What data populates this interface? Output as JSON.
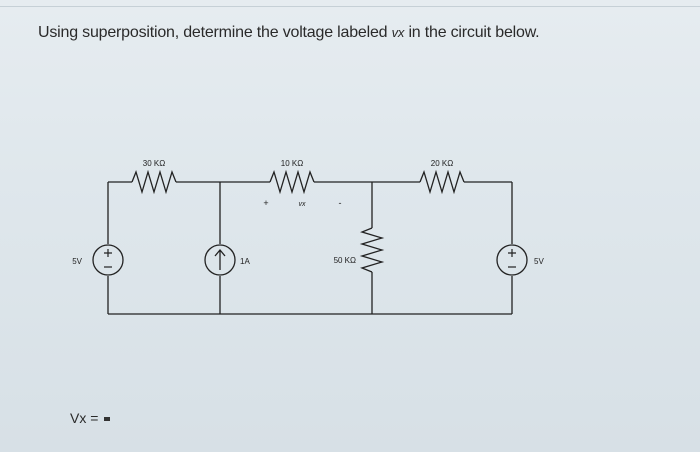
{
  "question": {
    "text_before": "Using superposition, determine the voltage labeled ",
    "variable": "vx",
    "text_after": " in the circuit below."
  },
  "circuit": {
    "resistors": [
      {
        "label": "30 KΩ"
      },
      {
        "label": "10 KΩ"
      },
      {
        "label": "20 KΩ"
      },
      {
        "label": "50 KΩ"
      }
    ],
    "sources": [
      {
        "label": "5V",
        "type": "voltage"
      },
      {
        "label": "1A",
        "type": "current"
      },
      {
        "label": "5V",
        "type": "voltage"
      }
    ],
    "vx_plus": "+",
    "vx_label": "vx",
    "vx_minus": "-"
  },
  "answer": {
    "label": "Vx ="
  }
}
